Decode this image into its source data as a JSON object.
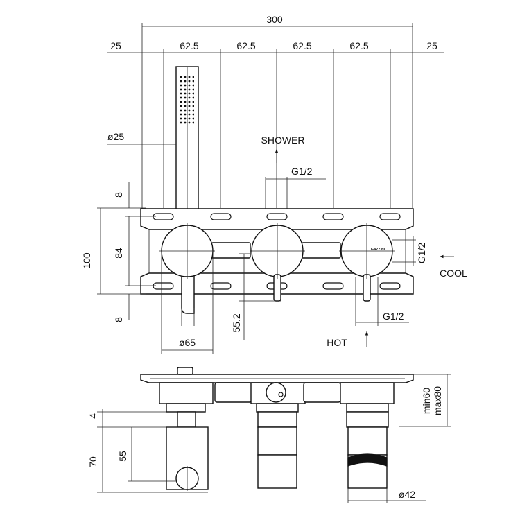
{
  "dimensions": {
    "overall_width": "300",
    "edge_left": "25",
    "pitch_1": "62.5",
    "pitch_2": "62.5",
    "pitch_3": "62.5",
    "pitch_4": "62.5",
    "edge_right": "25",
    "handshower_diameter": "ø25",
    "plate_height": "100",
    "slot_spacing": "84",
    "top_margin": "8",
    "bottom_margin": "8",
    "handle_offset": "55.2",
    "knob_diameter": "ø65",
    "depth_min": "min60",
    "depth_max": "max80",
    "plate_thickness": "4",
    "body_depth": "70",
    "outlet_depth": "55",
    "cartridge_diameter": "ø42"
  },
  "connections": {
    "shower_label": "SHOWER",
    "shower_thread": "G1/2",
    "cool_label": "COOL",
    "cool_thread": "G1/2",
    "hot_label": "HOT",
    "hot_thread": "G1/2"
  },
  "brand_mark": "GAZZINI"
}
